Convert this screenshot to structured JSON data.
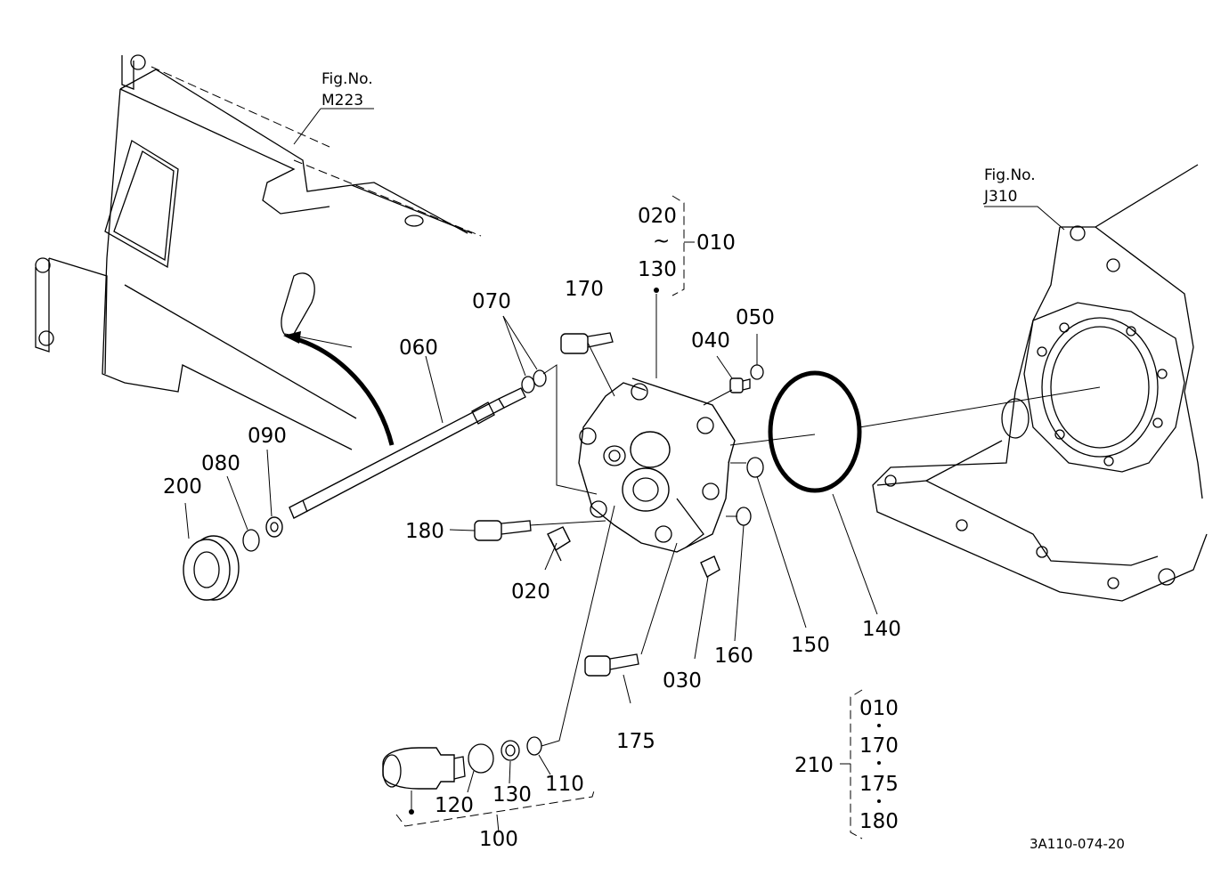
{
  "figure_refs": [
    {
      "line1": "Fig.No.",
      "line2": "M223"
    },
    {
      "line1": "Fig.No.",
      "line2": "J310"
    }
  ],
  "parts": {
    "p010": "010",
    "p020": "020",
    "p020b": "020",
    "p030": "030",
    "p040": "040",
    "p050": "050",
    "p060": "060",
    "p070": "070",
    "p080": "080",
    "p090": "090",
    "p100": "100",
    "p110": "110",
    "p120": "120",
    "p130": "130",
    "p130b": "130",
    "p140": "140",
    "p150": "150",
    "p160": "160",
    "p170": "170",
    "p170b": "170",
    "p175": "175",
    "p175b": "175",
    "p180": "180",
    "p180b": "180",
    "p200": "200",
    "p210": "210",
    "p010b": "010"
  },
  "tilde": "~",
  "drawing_code": "3A110-074-20"
}
